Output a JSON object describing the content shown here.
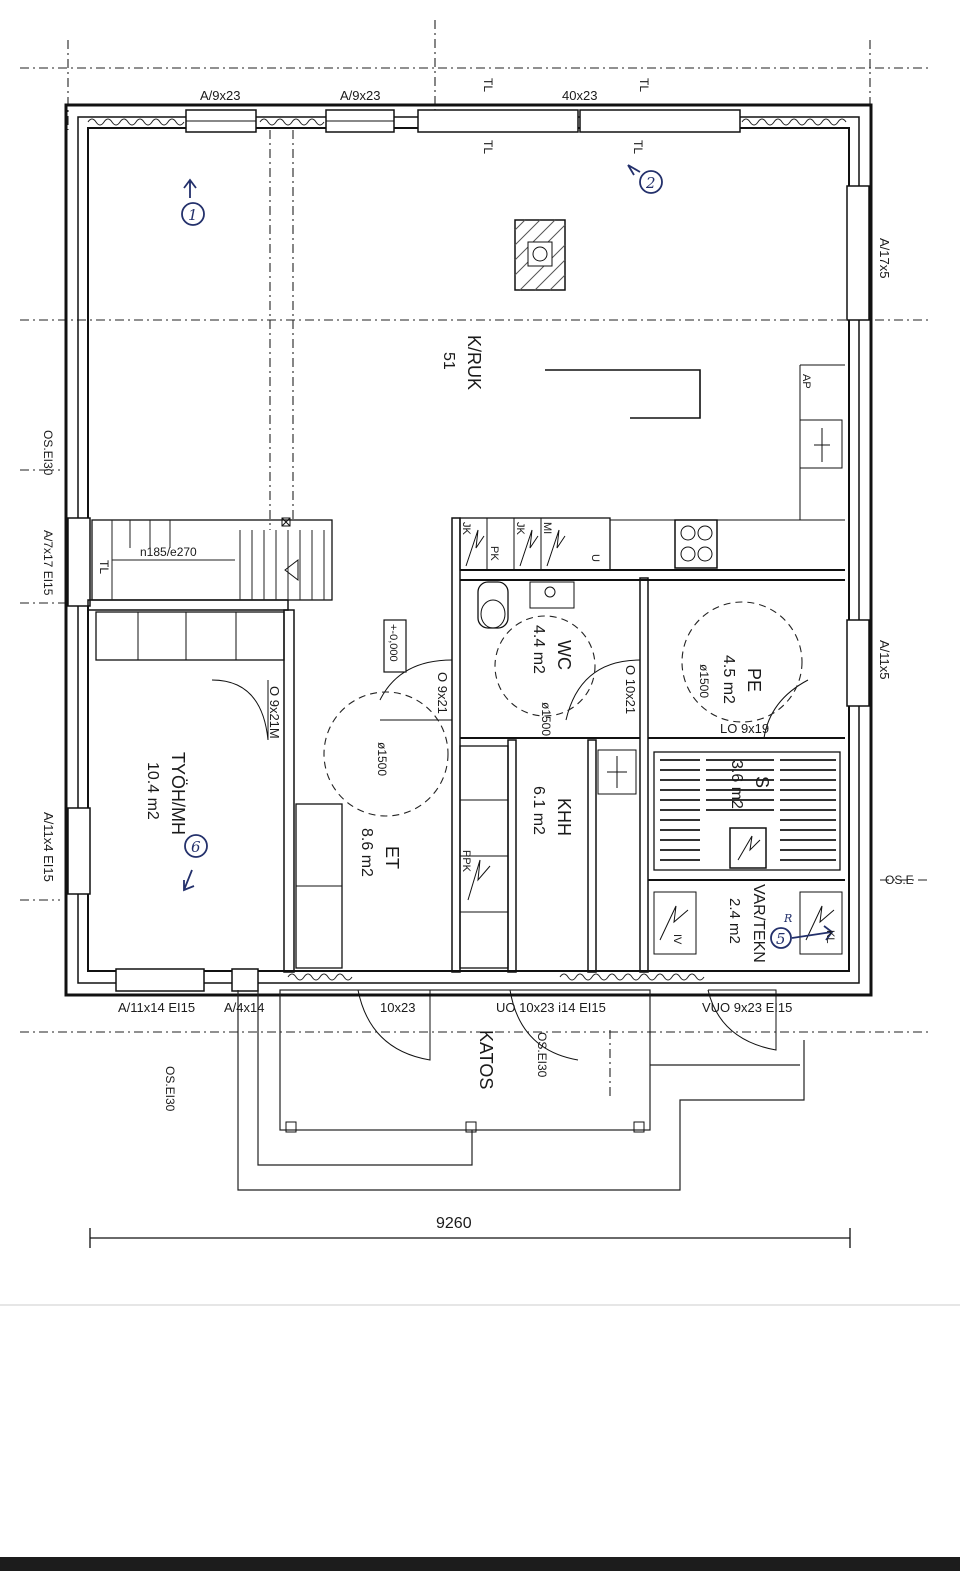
{
  "rooms": {
    "living": {
      "name": "K/RUK",
      "area": "51"
    },
    "wc": {
      "name": "WC",
      "area": "4.4 m2"
    },
    "wash": {
      "name": "PE",
      "area": "4.5 m2"
    },
    "sauna": {
      "name": "S",
      "area": "3.6 m2"
    },
    "utility": {
      "name": "KHH",
      "area": "6.1 m2"
    },
    "hall": {
      "name": "ET",
      "area": "8.6 m2"
    },
    "work": {
      "name": "TYÖH/MH",
      "area": "10.4 m2"
    },
    "storage": {
      "name": "VAR/TEKN",
      "area": "2.4 m2"
    }
  },
  "windows": {
    "top1": "A/9x23",
    "top2": "A/9x23",
    "top3": "40x23",
    "right_top": "A/17x5",
    "right_mid": "A/11x5",
    "left_bottom": "A/11x4 EI15",
    "bottom1": "A/11x14 EI15",
    "bottom2": "A/4x14"
  },
  "doors": {
    "work_door": "O 9x21M",
    "hall_door": "O 9x21",
    "wc_door": "O 10x21",
    "wash_door": "LO 9x19",
    "entry": "10x23",
    "utility_exterior": "UO 10x23 i14 EI15",
    "storage_exterior": "VUO 9x23 EI15"
  },
  "labels": {
    "tl_top_left": "TL",
    "tl_top_right": "TL",
    "tl_inner1": "TL",
    "tl_inner2": "TL",
    "tl_stair": "TL",
    "stair": "n185/e270",
    "level": "+-0,000",
    "ap": "AP",
    "jk1": "JK",
    "pk": "PK",
    "jk2": "JK",
    "mi": "MI",
    "u": "U",
    "ppk": "PPK",
    "iv": "IV",
    "kl": "KL",
    "diam_hall": "ø1500",
    "diam_wc": "ø1500",
    "diam_pe": "ø1500",
    "os_left_top": "OS.EI30",
    "os_left_mid": "A/7x17 EI15",
    "os_right": "OS.E",
    "os_porch": "OS.EI30",
    "os_bottom": "OS.EI30",
    "katos": "KATOS",
    "dimension": "9260"
  },
  "annotations": {
    "m1": "1",
    "m2": "2",
    "m5": "5",
    "m6": "6",
    "r": "R"
  },
  "colors": {
    "ink": "#111111",
    "pen": "#23306b"
  }
}
